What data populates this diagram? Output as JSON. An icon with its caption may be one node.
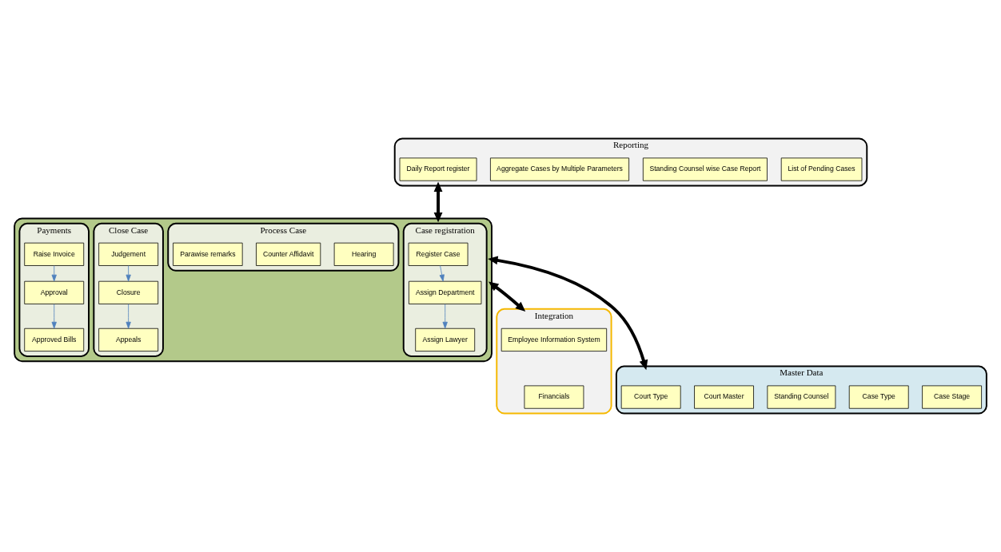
{
  "diagram": {
    "nodes": [
      {
        "text": [
          "Reporting"
        ]
      },
      {
        "text": [
          "Daily Report register"
        ],
        "in": 0
      },
      {
        "text": [
          "Aggregate Cases by Multiple Parameters"
        ],
        "in": 0
      },
      {
        "text": [
          "Standing Counsel wise Case Report"
        ],
        "in": 0
      },
      {
        "text": [
          "List of Pending Cases"
        ],
        "in": 0
      },
      {
        "text": [
          "Integration"
        ]
      },
      {
        "text": [
          "Employee Information System"
        ],
        "in": 5
      },
      {
        "text": [
          "Financials"
        ],
        "in": 5
      },
      {
        "text": [],
        "shape": "box"
      },
      {
        "text": [
          "Case registration"
        ],
        "in": 8
      },
      {
        "text": [
          "Register Case"
        ],
        "in": 9
      },
      {
        "text": [
          "Assign Department"
        ],
        "in": 9
      },
      {
        "text": [
          "Assign Lawyer"
        ],
        "in": 9
      },
      {
        "text": [
          "Process Case"
        ],
        "in": 8
      },
      {
        "text": [
          "Parawise remarks"
        ],
        "in": 13
      },
      {
        "text": [
          "Counter Affidavit"
        ],
        "in": 13
      },
      {
        "text": [
          "Hearing"
        ],
        "in": 13
      },
      {
        "text": [
          "Close Case"
        ],
        "in": 8
      },
      {
        "text": [
          "Judgement"
        ],
        "in": 17
      },
      {
        "text": [
          "Closure"
        ],
        "in": 17
      },
      {
        "text": [
          "Appeals"
        ],
        "in": 17
      },
      {
        "text": [
          "Payments"
        ],
        "in": 8
      },
      {
        "text": [
          "Raise Invoice"
        ],
        "in": 21
      },
      {
        "text": [
          "Approval"
        ],
        "in": 21
      },
      {
        "text": [
          "Approved Bills"
        ],
        "in": 21
      },
      {
        "text": [
          "Master Data"
        ]
      },
      {
        "text": [
          "Court Type"
        ],
        "in": 25
      },
      {
        "text": [
          "Court Master"
        ],
        "in": 25
      },
      {
        "text": [
          "Standing Counsel"
        ],
        "in": 25
      },
      {
        "text": [
          "Case Type"
        ],
        "in": 25
      },
      {
        "text": [
          "Case Stage"
        ],
        "in": 25
      }
    ],
    "edges": [
      {
        "from": 0,
        "to": 8,
        "arrow": "both",
        "style": "thick",
        "color": "#000000"
      },
      {
        "from": 8,
        "to": 5,
        "arrow": "both",
        "style": "thick",
        "color": "#000000"
      },
      {
        "from": 8,
        "to": 25,
        "arrow": "both",
        "style": "thick",
        "color": "#000000"
      },
      {
        "from": 10,
        "to": 11,
        "arrow": "to"
      },
      {
        "from": 11,
        "to": 12,
        "arrow": "to"
      },
      {
        "from": 18,
        "to": 19,
        "arrow": "to"
      },
      {
        "from": 19,
        "to": 20,
        "arrow": "to"
      },
      {
        "from": 22,
        "to": 23,
        "arrow": "to"
      },
      {
        "from": 23,
        "to": 24,
        "arrow": "to"
      }
    ]
  }
}
